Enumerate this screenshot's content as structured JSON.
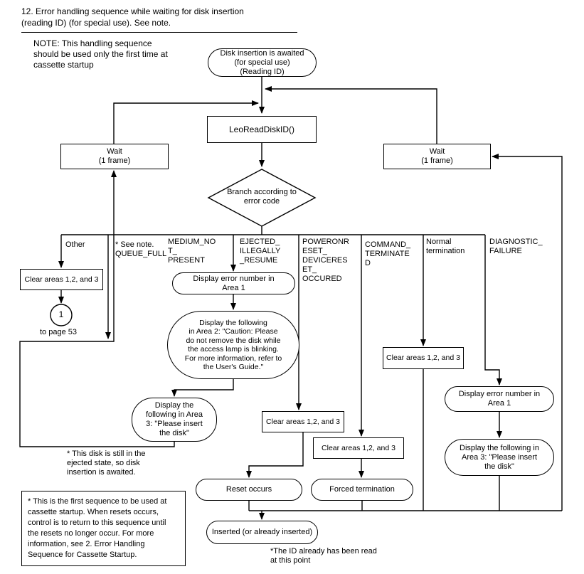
{
  "page": {
    "title": "12. Error handling sequence while waiting for disk insertion\n(reading ID) (for special use). See note.",
    "note": "NOTE: This handling sequence\nshould be used only the first time at\ncassette startup"
  },
  "colors": {
    "line": "#000000",
    "background": "#ffffff"
  },
  "nodes": {
    "start": "Disk insertion is awaited\n(for special use)\n(Reading ID)",
    "read_disk_id": "LeoReadDiskID()",
    "wait_left": "Wait\n(1 frame)",
    "wait_right": "Wait\n(1 frame)",
    "branch": "Branch according to\nerror code",
    "clear_other": "Clear areas 1,2, and 3",
    "connector_number": "1",
    "connector_caption": "to page 53",
    "display_error_area1": "Display error number in\nArea 1",
    "display_area2": "Display the following\nin Area 2: \"Caution: Please\ndo not remove the disk while\nthe access lamp  is blinking.\nFor more information, refer to\nthe User's Guide.\"",
    "display_area3_left": "Display the\nfollowing in Area\n3: \"Please insert\nthe disk\"",
    "clear_poweron": "Clear areas 1,2, and 3",
    "clear_command": "Clear areas 1,2,  and 3",
    "clear_normal": "Clear areas 1,2, and 3",
    "display_error_area1_right": "Display error number in\nArea 1",
    "display_area3_right": "Display the following in\nArea 3: \"Please insert\nthe disk\"",
    "reset_occurs": "Reset occurs",
    "forced_termination": "Forced termination",
    "inserted": "Inserted (or already inserted)"
  },
  "branches": {
    "other": "Other",
    "queue_full": "* See note.\nQUEUE_FULL",
    "medium_not_present": "MEDIUM_NO\nT_\nPRESENT",
    "ejected_illegally_resume": "EJECTED_\nILLEGALLY\n_RESUME",
    "poweron_reset": "POWERONR\nESET_\nDEVICERES\nET_\nOCCURED",
    "command_terminated": "COMMAND_\nTERMINATE\nD",
    "normal_termination": "Normal\ntermination",
    "diagnostic_failure": "DIAGNOSTIC_\nFAILURE"
  },
  "annotations": {
    "ejected_note": "* This disk is still in the\nejected state, so disk\ninsertion is awaited.",
    "startup_note": "* This is the first sequence to be used at\ncassette startup.  When resets occurs,\ncontrol is to return to this sequence until\nthe resets no longer occur.  For more\ninformation, see 2.  Error Handling\nSequence for Cassette Startup.",
    "id_note": "*The ID already has been read\nat this point"
  }
}
